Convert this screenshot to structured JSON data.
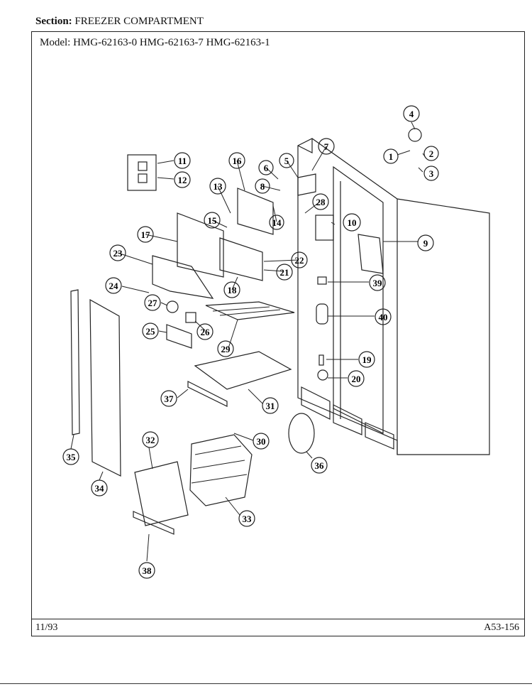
{
  "header": {
    "section_label": "Section:",
    "section_value": "FREEZER COMPARTMENT",
    "model_label": "Model:",
    "model_values": "HMG-62163-0  HMG-62163-7  HMG-62163-1"
  },
  "footer": {
    "date": "11/93",
    "page_code": "A53-156"
  },
  "callouts": [
    "1",
    "2",
    "3",
    "4",
    "5",
    "6",
    "7",
    "8",
    "9",
    "10",
    "11",
    "12",
    "13",
    "14",
    "15",
    "16",
    "17",
    "18",
    "19",
    "20",
    "21",
    "22",
    "23",
    "24",
    "25",
    "26",
    "27",
    "28",
    "29",
    "30",
    "31",
    "32",
    "33",
    "34",
    "35",
    "36",
    "37",
    "38",
    "39",
    "40"
  ]
}
